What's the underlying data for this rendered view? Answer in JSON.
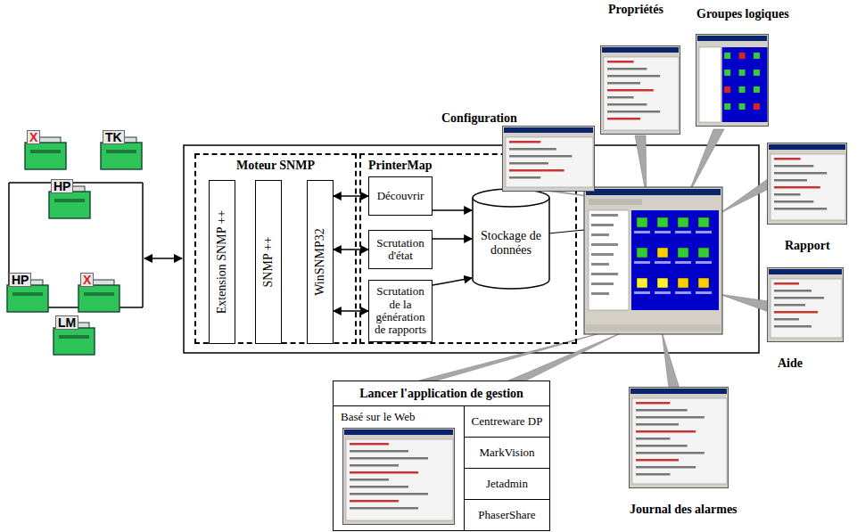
{
  "diagram": {
    "nodes": [
      {
        "text": [
          "Moteur SNMP"
        ]
      },
      {
        "text": [
          "Extension SNMP ++"
        ],
        "in": 0
      },
      {
        "text": [
          "SNMP ++"
        ],
        "in": 0
      },
      {
        "text": [
          "WinSNMP32"
        ],
        "in": 0
      },
      {
        "text": [
          "PrinterMap"
        ]
      },
      {
        "text": [
          "Découvrir"
        ],
        "in": 4
      },
      {
        "text": [
          "Scrutation d'état"
        ],
        "in": 4
      },
      {
        "text": [
          "Scrutation de la génération de rapports"
        ],
        "in": 4
      },
      {
        "text": [
          "Stockage de données"
        ],
        "in": 4
      },
      {
        "text": [
          "Configuration"
        ]
      },
      {
        "text": [
          "Propriétés"
        ]
      },
      {
        "text": [
          "Groupes logiques"
        ]
      },
      {
        "text": [
          "Rapport"
        ]
      },
      {
        "text": [
          "Aide"
        ]
      },
      {
        "text": [
          "Journal des alarmes"
        ]
      },
      {
        "text": [
          "Lancer l'application de gestion"
        ]
      },
      {
        "text": [
          "Basé sur le Web"
        ]
      },
      {
        "text": [
          "Centreware DP"
        ]
      },
      {
        "text": [
          "MarkVision"
        ]
      },
      {
        "text": [
          "Jetadmin"
        ]
      },
      {
        "text": [
          "PhaserShare"
        ]
      }
    ],
    "edges": [
      {
        "from": 3,
        "to": 5,
        "arrow": "both"
      },
      {
        "from": 3,
        "to": 6,
        "arrow": "both"
      },
      {
        "from": 3,
        "to": 7,
        "arrow": "both"
      },
      {
        "from": 5,
        "to": 8,
        "arrow": "to"
      },
      {
        "from": 6,
        "to": 8,
        "arrow": "to"
      },
      {
        "from": 7,
        "to": 8,
        "arrow": "to"
      }
    ],
    "labels": [
      "X",
      "TK",
      "HP",
      "HP",
      "X",
      "LM"
    ]
  }
}
